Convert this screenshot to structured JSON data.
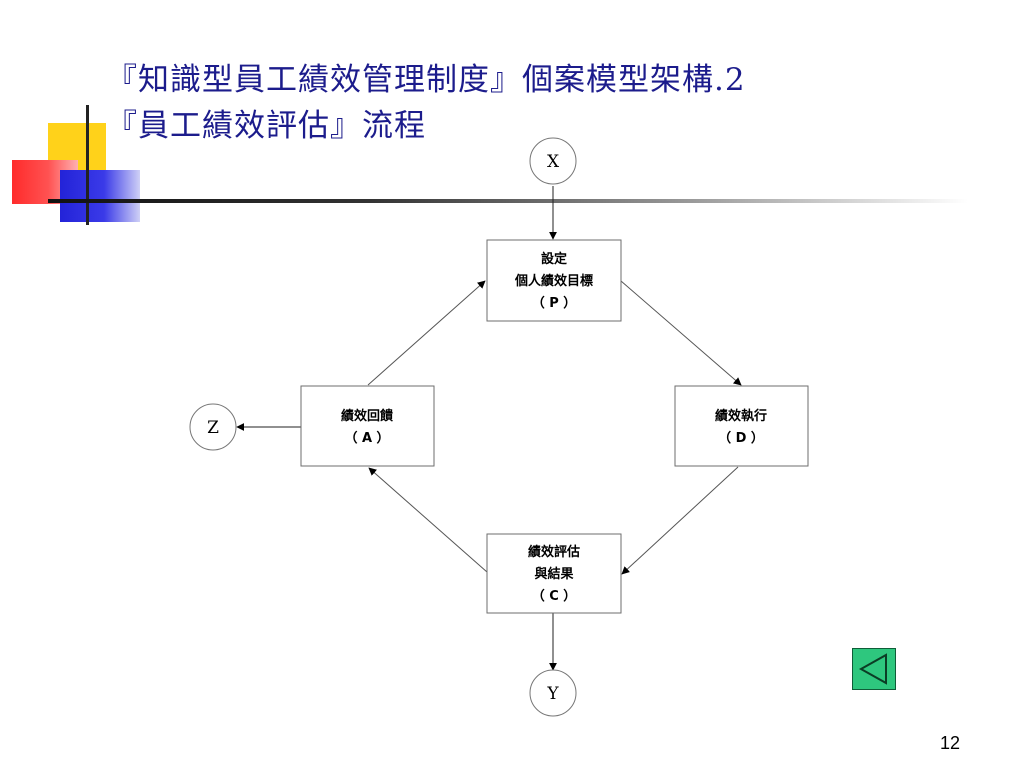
{
  "slide": {
    "title_line1": "『知識型員工績效管理制度』個案模型架構.2",
    "title_line2": "『員工績效評估』流程",
    "page_number": "12"
  },
  "diagram": {
    "nodes": {
      "p": {
        "lines": [
          "設定",
          "個人績效目標",
          "（ P ）"
        ]
      },
      "d": {
        "lines": [
          "績效執行",
          "（ D ）"
        ]
      },
      "c": {
        "lines": [
          "績效評估",
          "與結果",
          "（ C ）"
        ]
      },
      "a": {
        "lines": [
          "績效回饋",
          "（ A ）"
        ]
      }
    },
    "terminals": {
      "x": "X",
      "y": "Y",
      "z": "Z"
    }
  },
  "controls": {
    "back_icon": "triangle-left-icon",
    "back_color": "#2ec77e"
  },
  "colors": {
    "title": "#1c1c8c",
    "accent_yellow": "#ffd21a",
    "accent_red": "#ff2b2b",
    "accent_blue": "#2323d8"
  }
}
